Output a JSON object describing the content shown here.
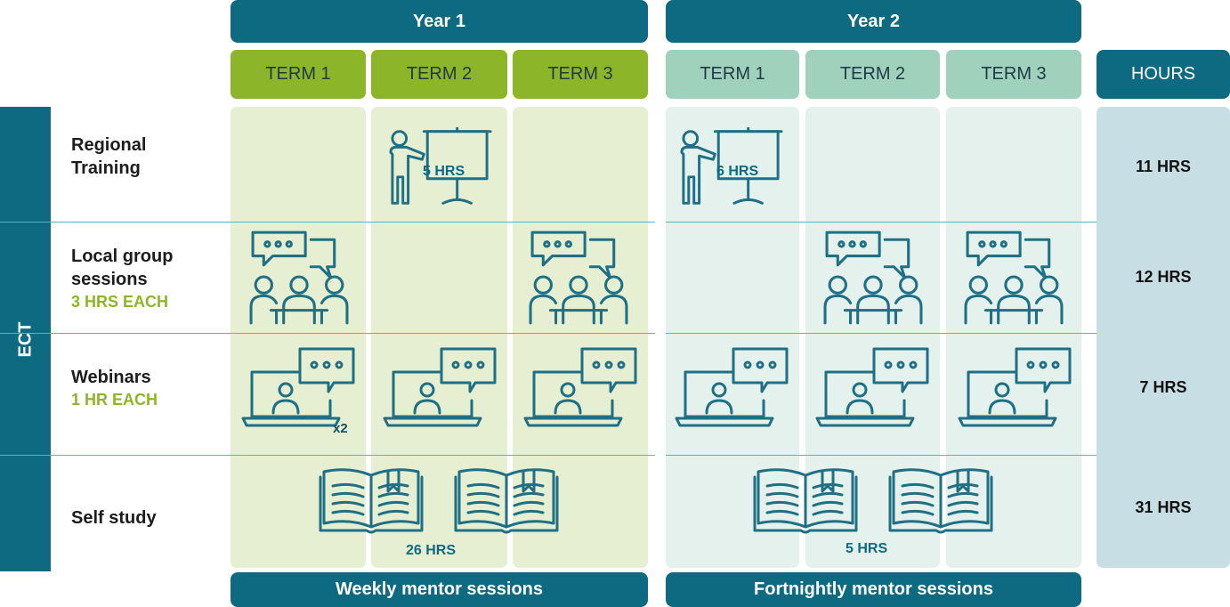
{
  "header": {
    "year1": "Year 1",
    "year2": "Year 2",
    "hours": "HOURS"
  },
  "terms": {
    "y1": [
      "TERM 1",
      "TERM 2",
      "TERM 3"
    ],
    "y2": [
      "TERM 1",
      "TERM 2",
      "TERM 3"
    ]
  },
  "side_label": "ECT",
  "rows": [
    {
      "label_line1": "Regional",
      "label_line2": "Training",
      "sub": "",
      "hours": "11 HRS"
    },
    {
      "label_line1": "Local group",
      "label_line2": "sessions",
      "sub": "3 HRS EACH",
      "hours": "12 HRS"
    },
    {
      "label_line1": "Webinars",
      "label_line2": "",
      "sub": "1 HR EACH",
      "hours": "7 HRS"
    },
    {
      "label_line1": "Self study",
      "label_line2": "",
      "sub": "",
      "hours": "31 HRS"
    }
  ],
  "icon_labels": {
    "training_y1": "5 HRS",
    "training_y2": "6 HRS",
    "webinar_multiplier": "x2",
    "selfstudy_y1": "26 HRS",
    "selfstudy_y2": "5 HRS"
  },
  "footer": {
    "y1": "Weekly mentor sessions",
    "y2": "Fortnightly mentor sessions"
  },
  "colors": {
    "teal": "#0e6a80",
    "green": "#8db52a",
    "mint": "#9fd1bc",
    "icon": "#1f6f85"
  },
  "icons": {
    "training": "presenter-board-icon",
    "group": "group-chat-icon",
    "webinar": "laptop-chat-icon",
    "selfstudy": "open-book-icon"
  }
}
